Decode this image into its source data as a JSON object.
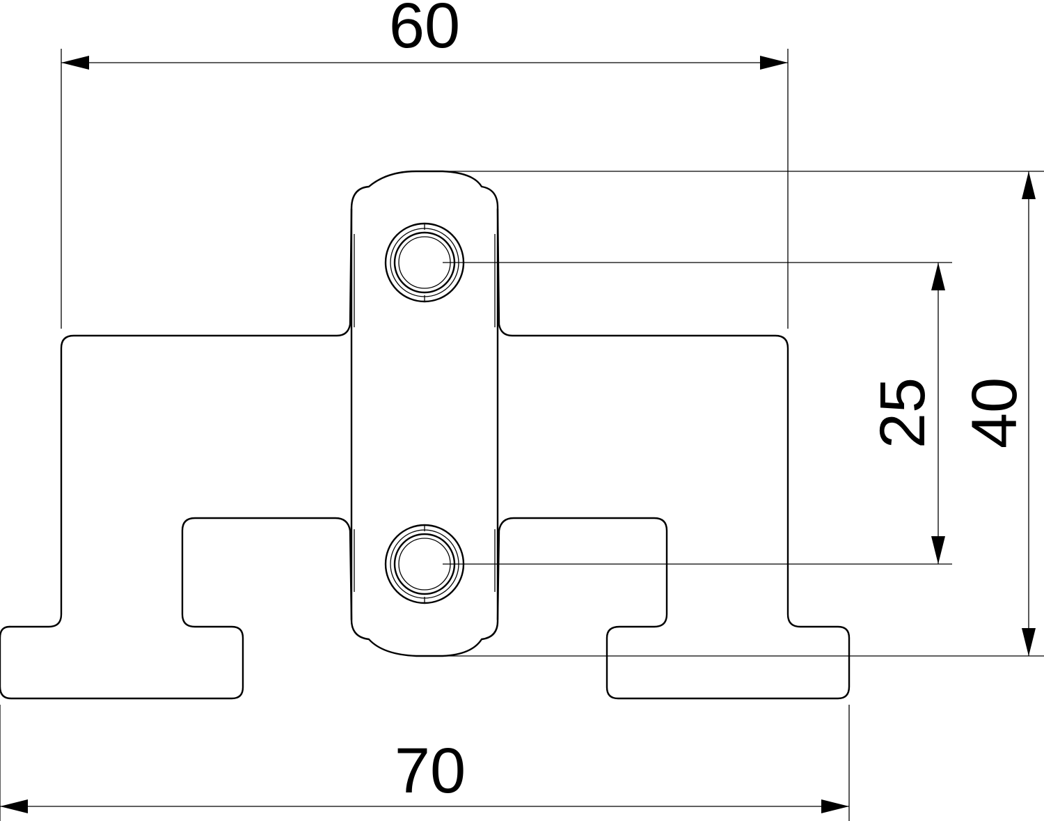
{
  "drawing": {
    "dimensions": {
      "top_width": "60",
      "bottom_width": "70",
      "hole_spacing": "25",
      "overall_height": "40"
    }
  }
}
